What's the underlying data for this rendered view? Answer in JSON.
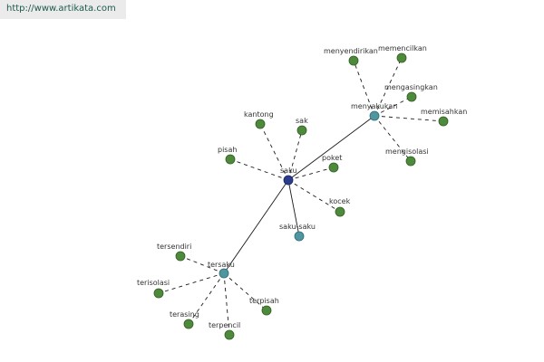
{
  "banner": {
    "url_text": "http://www.artikata.com"
  },
  "colors": {
    "leaf": "#4f8a3c",
    "leaf_stroke": "#2f5e22",
    "hub": "#4f96a0",
    "hub_stroke": "#2f6a74",
    "center": "#2b3c8a",
    "center_stroke": "#1a2560",
    "edge": "#1a1a1a",
    "label": "#333333"
  },
  "graph": {
    "center": "saku",
    "hubs": [
      "menyakukan",
      "tersaku",
      "saku-saku"
    ],
    "leaves": {
      "saku": [
        "kantong",
        "sak",
        "pisah",
        "poket",
        "kocek"
      ],
      "menyakukan": [
        "menyendirikan",
        "memencilkan",
        "mengasingkan",
        "memisahkan",
        "mengisolasi"
      ],
      "tersaku": [
        "tersendiri",
        "terisolasi",
        "terasing",
        "terpencil",
        "terpisah"
      ]
    }
  }
}
